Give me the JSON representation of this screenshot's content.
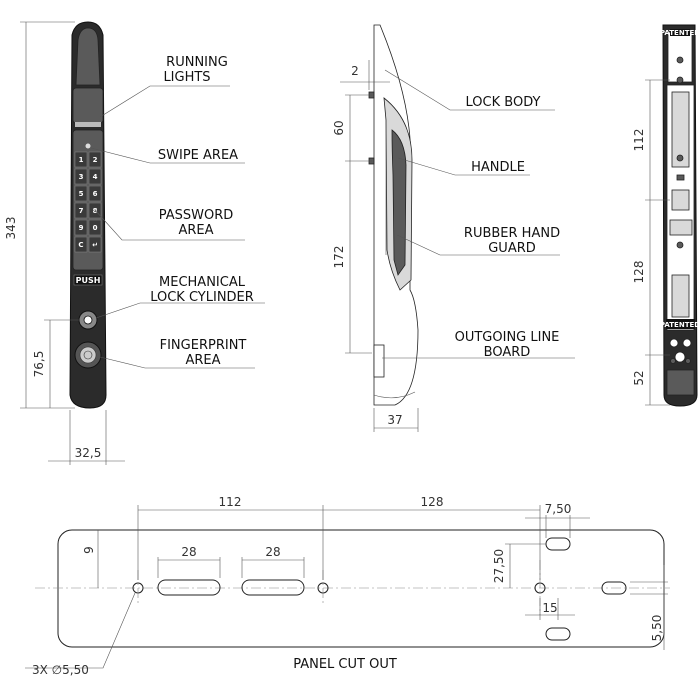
{
  "labels": {
    "running_lights_1": "RUNNING",
    "running_lights_2": "LIGHTS",
    "swipe_area": "SWIPE AREA",
    "password_area_1": "PASSWORD",
    "password_area_2": "AREA",
    "mech_lock_1": "MECHANICAL",
    "mech_lock_2": "LOCK CYLINDER",
    "fingerprint_1": "FINGERPRINT",
    "fingerprint_2": "AREA",
    "lock_body": "LOCK BODY",
    "handle": "HANDLE",
    "rubber_1": "RUBBER HAND",
    "rubber_2": "GUARD",
    "outgoing_1": "OUTGOING LINE",
    "outgoing_2": "BOARD",
    "panel_cut_out": "PANEL CUT OUT",
    "push": "PUSH",
    "patented": "PATENTED"
  },
  "keypad": [
    "1",
    "2",
    "3",
    "4",
    "5",
    "6",
    "7",
    "8",
    "9",
    "0",
    "C",
    "↵"
  ],
  "dimensions": {
    "front_height": "343",
    "front_width": "32,5",
    "front_bottom": "76,5",
    "side_top": "2",
    "side_60": "60",
    "side_172": "172",
    "side_depth": "37",
    "back_112": "112",
    "back_128": "128",
    "back_52": "52",
    "cut_112": "112",
    "cut_128": "128",
    "cut_slot_a": "28",
    "cut_slot_b": "28",
    "cut_750": "7,50",
    "cut_2750": "27,50",
    "cut_9": "9",
    "cut_15": "15",
    "cut_550": "5,50",
    "cut_holes": "3X ∅5,50"
  }
}
